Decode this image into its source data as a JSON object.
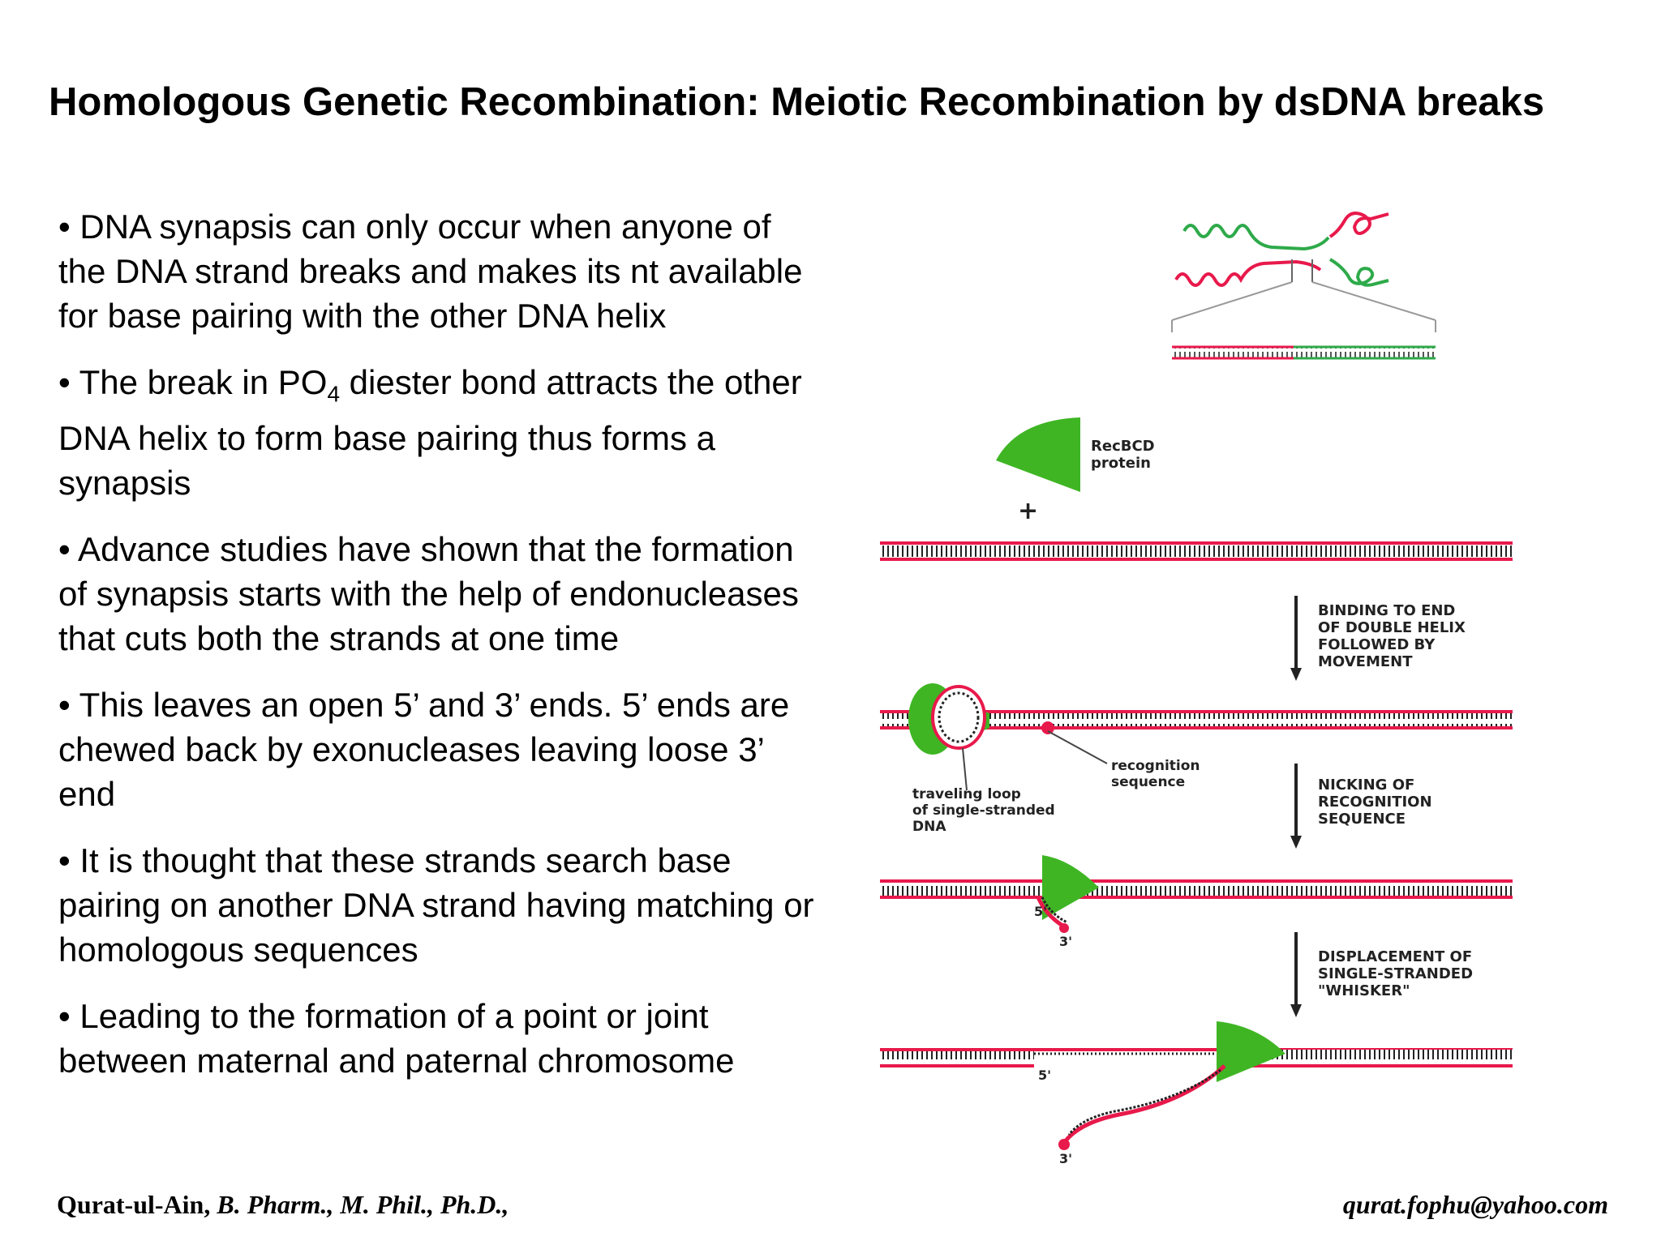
{
  "slide": {
    "title": "Homologous Genetic Recombination: Meiotic Recombination by dsDNA breaks",
    "bullets": [
      {
        "text": "• DNA synapsis can only occur when anyone of the DNA strand breaks and makes its nt available for base pairing with the other DNA helix"
      },
      {
        "pre": "•  The break in PO",
        "sub": "4",
        "post": " diester bond attracts the other DNA helix to form base pairing thus forms a synapsis"
      },
      {
        "text": "• Advance studies have shown that the formation of synapsis starts with the help of endonucleases that cuts both the strands at one time"
      },
      {
        "text": "• This leaves an open 5’ and 3’ ends. 5’ ends are chewed back by exonucleases leaving loose 3’ end"
      },
      {
        "text": "• It is thought that these strands search base pairing on another DNA strand having matching or homologous sequences"
      },
      {
        "text": "• Leading to the formation of a point or joint between maternal and paternal chromosome"
      }
    ],
    "footer": {
      "author": "Qurat-ul-Ain,",
      "credentials": " B. Pharm., M. Phil., Ph.D.,",
      "email": "qurat.fophu@yahoo.com"
    }
  },
  "diagram": {
    "protein_label_1": "RecBCD",
    "protein_label_2": "protein",
    "plus": "+",
    "step1": [
      "BINDING TO END",
      "OF DOUBLE HELIX",
      "FOLLOWED BY",
      "MOVEMENT"
    ],
    "step2": [
      "NICKING OF",
      "RECOGNITION",
      "SEQUENCE"
    ],
    "step3": [
      "DISPLACEMENT OF",
      "SINGLE-STRANDED",
      "\"WHISKER\""
    ],
    "recognition": [
      "recognition",
      "sequence"
    ],
    "loop": [
      "traveling loop",
      "of single-stranded",
      "DNA"
    ],
    "five_prime": "5'",
    "three_prime": "3'",
    "colors": {
      "protein": "#3fb524",
      "dna": "#e8194b",
      "strand2": "#2eaa4a"
    }
  }
}
